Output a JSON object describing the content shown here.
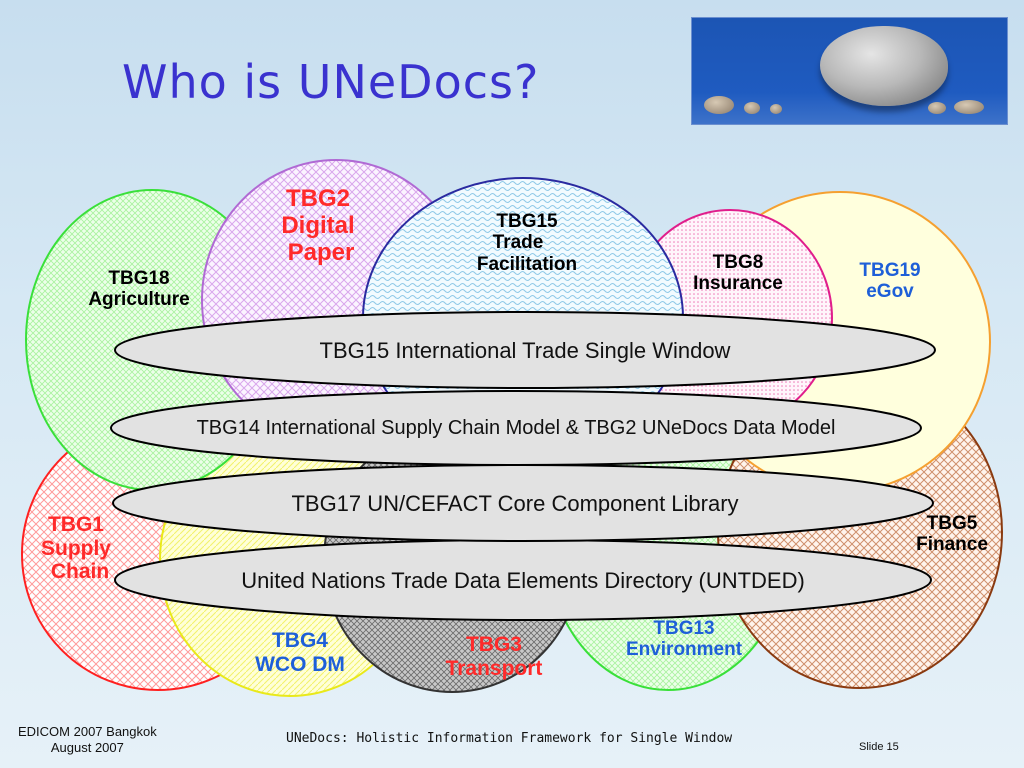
{
  "slide": {
    "title": "Who is UNeDocs?",
    "footer_left_line1": "EDICOM 2007  Bangkok",
    "footer_left_line2": "August 2007",
    "footer_center": "UNeDocs: Holistic Information Framework for Single Window",
    "footer_right": "Slide 15"
  },
  "groups": {
    "tbg2": {
      "line1": "TBG2",
      "line2": "Digital",
      "line3": "Paper",
      "color": "#ff2a2a"
    },
    "tbg15": {
      "line1": "TBG15",
      "line2": "Trade",
      "line3": "Facilitation",
      "color": "#000000"
    },
    "tbg8": {
      "line1": "TBG8",
      "line2": "Insurance",
      "color": "#000000"
    },
    "tbg19": {
      "line1": "TBG19",
      "line2": "eGov",
      "color": "#1e5fd8"
    },
    "tbg18": {
      "line1": "TBG18",
      "line2": "Agriculture",
      "color": "#000000"
    },
    "tbg1": {
      "line1": "TBG1",
      "line2": "Supply",
      "line3": "Chain",
      "color": "#ff2a2a"
    },
    "tbg5": {
      "line1": "TBG5",
      "line2": "Finance",
      "color": "#000000"
    },
    "tbg4": {
      "line1": "TBG4",
      "line2": "WCO DM",
      "color": "#1e5fd8"
    },
    "tbg3": {
      "line1": "TBG3",
      "line2": "Transport",
      "color": "#ff2a2a"
    },
    "tbg13": {
      "line1": "TBG13",
      "line2": "Environment",
      "color": "#1e5fd8"
    }
  },
  "layers": {
    "single_window": "TBG15 International Trade Single Window",
    "data_model": "TBG14 International Supply Chain Model & TBG2 UNeDocs Data Model",
    "core_components": "TBG17 UN/CEFACT Core Component Library",
    "untded": "United Nations Trade Data Elements Directory (UNTDED)"
  }
}
